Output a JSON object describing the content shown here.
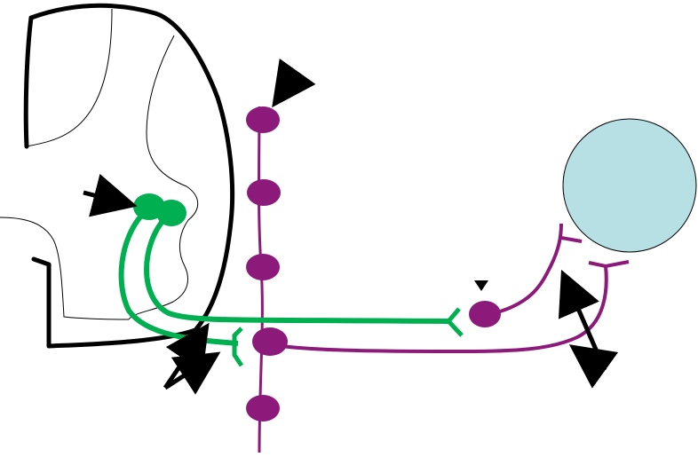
{
  "colors": {
    "background": "#ffffff",
    "outline": "#000000",
    "spinal_cord_outline": "#000000",
    "sympathetic_neuron": "#00b050",
    "autonomic_chain": "#8b1a7a",
    "target_organ": "#b7e0e5",
    "arrow": "#000000"
  },
  "elements": {
    "spinal_cord_section": "spinal-cord-cross-section",
    "preganglionic_neuron_bodies": 2,
    "sympathetic_chain_ganglia": 5,
    "peripheral_ganglion": 1,
    "target_organ": "circle",
    "arrows": 5,
    "arrowhead_marker": 1
  }
}
